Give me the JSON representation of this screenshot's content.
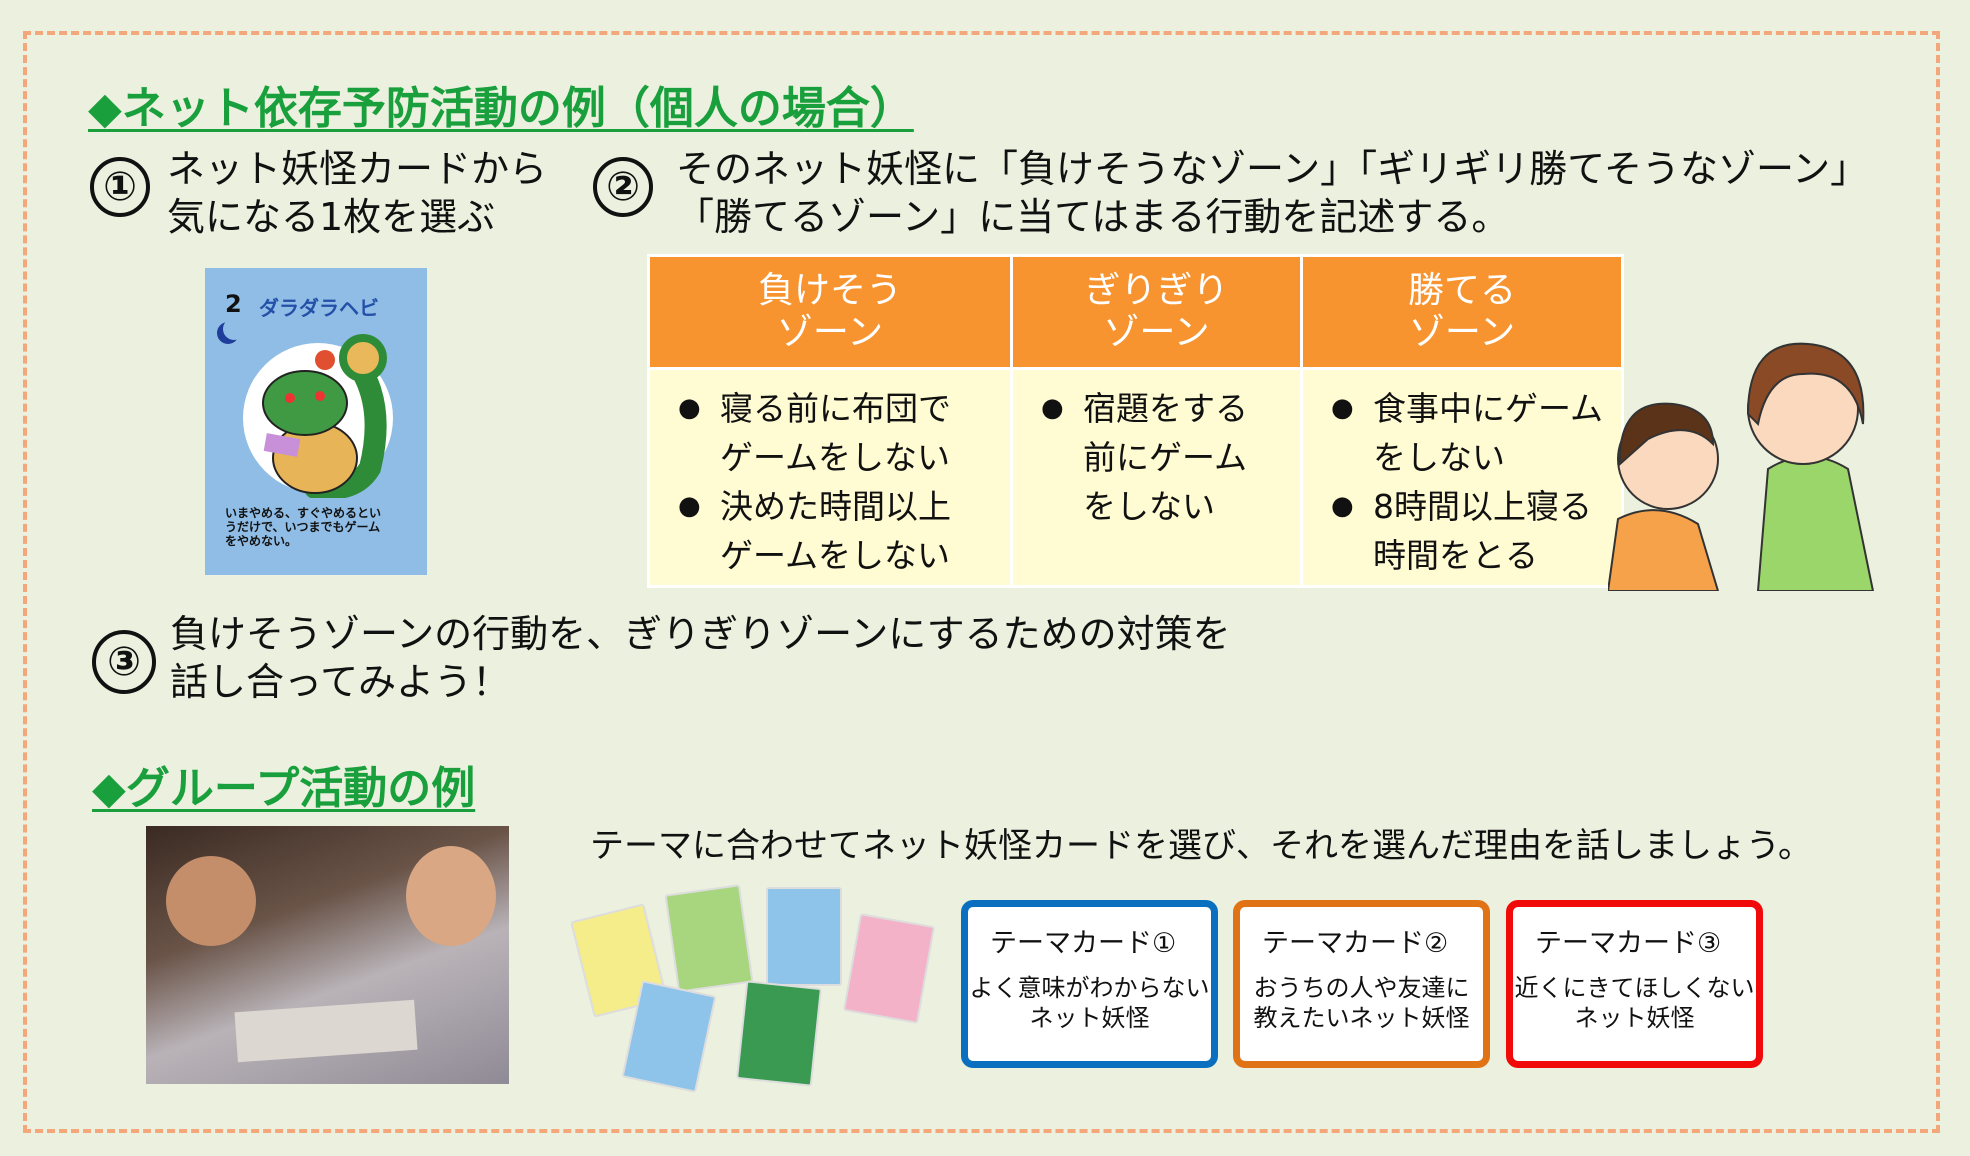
{
  "section1": {
    "heading": "◆ネット依存予防活動の例（個人の場合）",
    "step1": {
      "number": "①",
      "lines": [
        "ネット妖怪カードから",
        "気になる1枚を選ぶ"
      ]
    },
    "step2": {
      "number": "②",
      "lines": [
        "そのネット妖怪に「負けそうなゾーン」「ギリギリ勝てそうなゾーン」",
        "「勝てるゾーン」に当てはまる行動を記述する。"
      ]
    },
    "card": {
      "number": "2",
      "name": "ダラダラヘビ",
      "description": "いまやめる、すぐやめるというだけで、いつまでもゲームをやめない。"
    },
    "table": {
      "headers": [
        [
          "負けそう",
          "ゾーン"
        ],
        [
          "ぎりぎり",
          "ゾーン"
        ],
        [
          "勝てる",
          "ゾーン"
        ]
      ],
      "columns": [
        [
          [
            "寝る前に布団で",
            "ゲームをしない"
          ],
          [
            "決めた時間以上",
            "ゲームをしない"
          ]
        ],
        [
          [
            "宿題をする",
            "前にゲーム",
            "をしない"
          ]
        ],
        [
          [
            "食事中にゲーム",
            "をしない"
          ],
          [
            "8時間以上寝る",
            "時間をとる"
          ]
        ]
      ]
    },
    "step3": {
      "number": "③",
      "lines": [
        "負けそうゾーンの行動を、ぎりぎりゾーンにするための対策を",
        "話し合ってみよう！"
      ]
    }
  },
  "section2": {
    "heading": "◆グループ活動の例",
    "instruction": "テーマに合わせてネット妖怪カードを選び、それを選んだ理由を話しましょう。",
    "theme_cards": [
      {
        "title": "テーマカード①",
        "lines": [
          "よく意味がわからない",
          "ネット妖怪"
        ],
        "color": "#0a6fbf"
      },
      {
        "title": "テーマカード②",
        "lines": [
          "おうちの人や友達に",
          "教えたいネット妖怪"
        ],
        "color": "#e07316"
      },
      {
        "title": "テーマカード③",
        "lines": [
          "近くにきてほしくない",
          "ネット妖怪"
        ],
        "color": "#f00a0a"
      }
    ]
  },
  "colors": {
    "heading": "#19a03c",
    "table_header": "#f7942f",
    "table_body": "#fffbd2",
    "border": "#f4a77a"
  }
}
